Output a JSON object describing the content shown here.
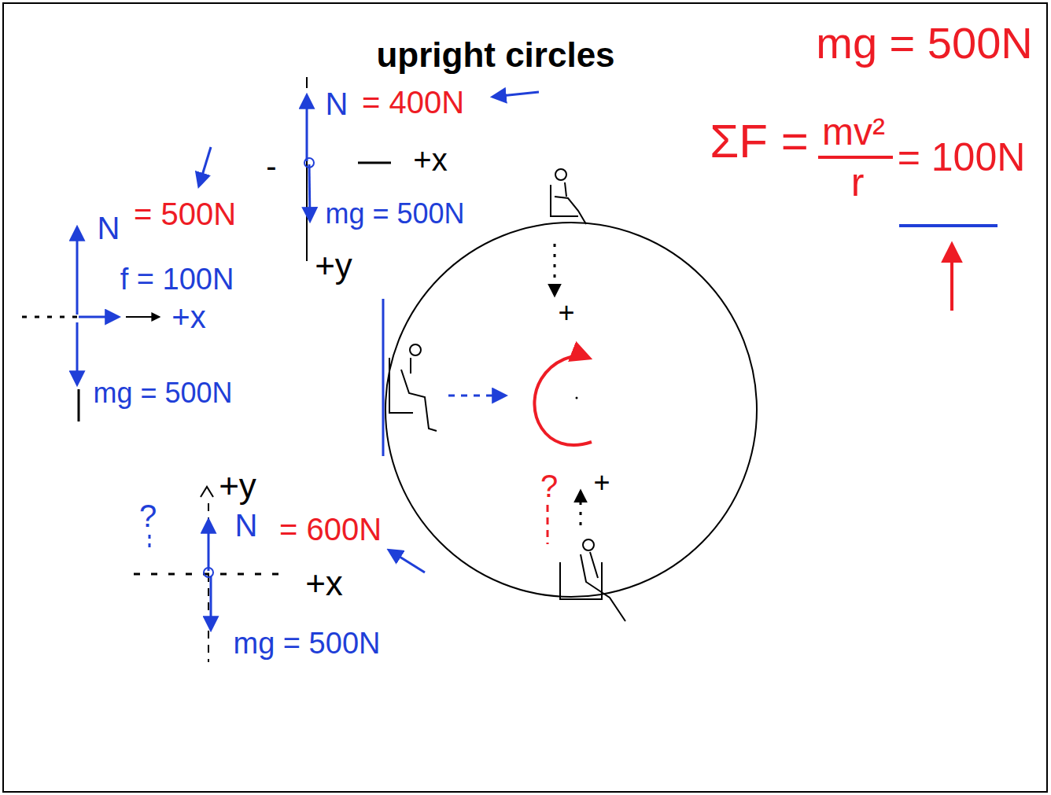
{
  "diagram": {
    "title": "upright circles",
    "labels": [
      "mg = 500N",
      "ΣF =",
      "mv²",
      "r",
      "= 100N",
      "N",
      "= 400N",
      "-",
      "+x",
      "mg = 500N",
      "+y",
      "N",
      "= 500N",
      "f = 100N",
      "+x",
      "mg = 500N",
      "?",
      "+",
      "+",
      "?",
      "+y",
      "N",
      "= 600N",
      "+x",
      "mg = 500N"
    ]
  }
}
